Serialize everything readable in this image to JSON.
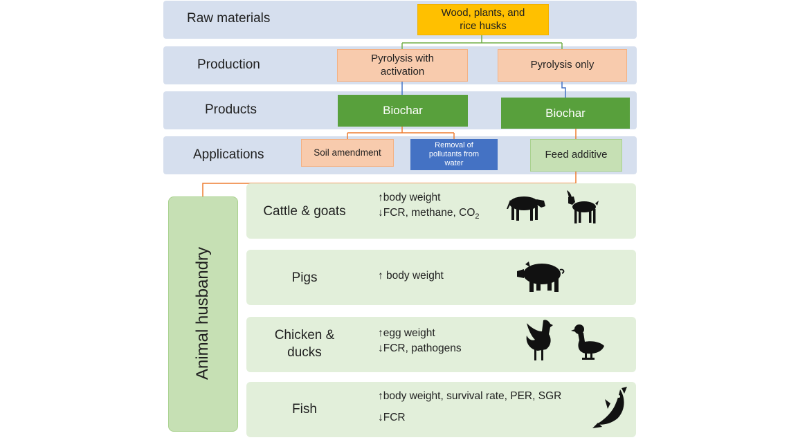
{
  "rows": {
    "raw": "Raw materials",
    "production": "Production",
    "products": "Products",
    "applications": "Applications"
  },
  "raw_material": "Wood, plants, and rice husks",
  "production": {
    "left": "Pyrolysis with activation",
    "right": "Pyrolysis only"
  },
  "products": {
    "left": "Biochar",
    "right": "Biochar"
  },
  "applications": {
    "soil": "Soil amendment",
    "removal": "Removal of pollutants from water",
    "feed": "Feed additive"
  },
  "husbandry": {
    "label": "Animal husbandry",
    "cattle": {
      "name": "Cattle & goats",
      "effect1": "↑body weight",
      "effect2_prefix": "↓FCR, methane, CO",
      "effect2_sub": "2"
    },
    "pigs": {
      "name": "Pigs",
      "effect1": "↑ body weight"
    },
    "chicken": {
      "name_line1": "Chicken &",
      "name_line2": "ducks",
      "effect1": "↑egg weight",
      "effect2": "↓FCR, pathogens"
    },
    "fish": {
      "name": "Fish",
      "effect1": "↑body weight, survival rate, PER, SGR",
      "effect2": "↓FCR"
    }
  },
  "icons": [
    "cow-icon",
    "goat-icon",
    "pig-icon",
    "rooster-icon",
    "duck-icon",
    "fish-icon"
  ],
  "colors": {
    "band": "#d6dfee",
    "biochar": "#58a03c",
    "pyrolysis": "#f8cbad",
    "feed": "#c6e0b4",
    "removal": "#4472c4",
    "raw": "#ffc000",
    "panel": "#e2efda"
  }
}
